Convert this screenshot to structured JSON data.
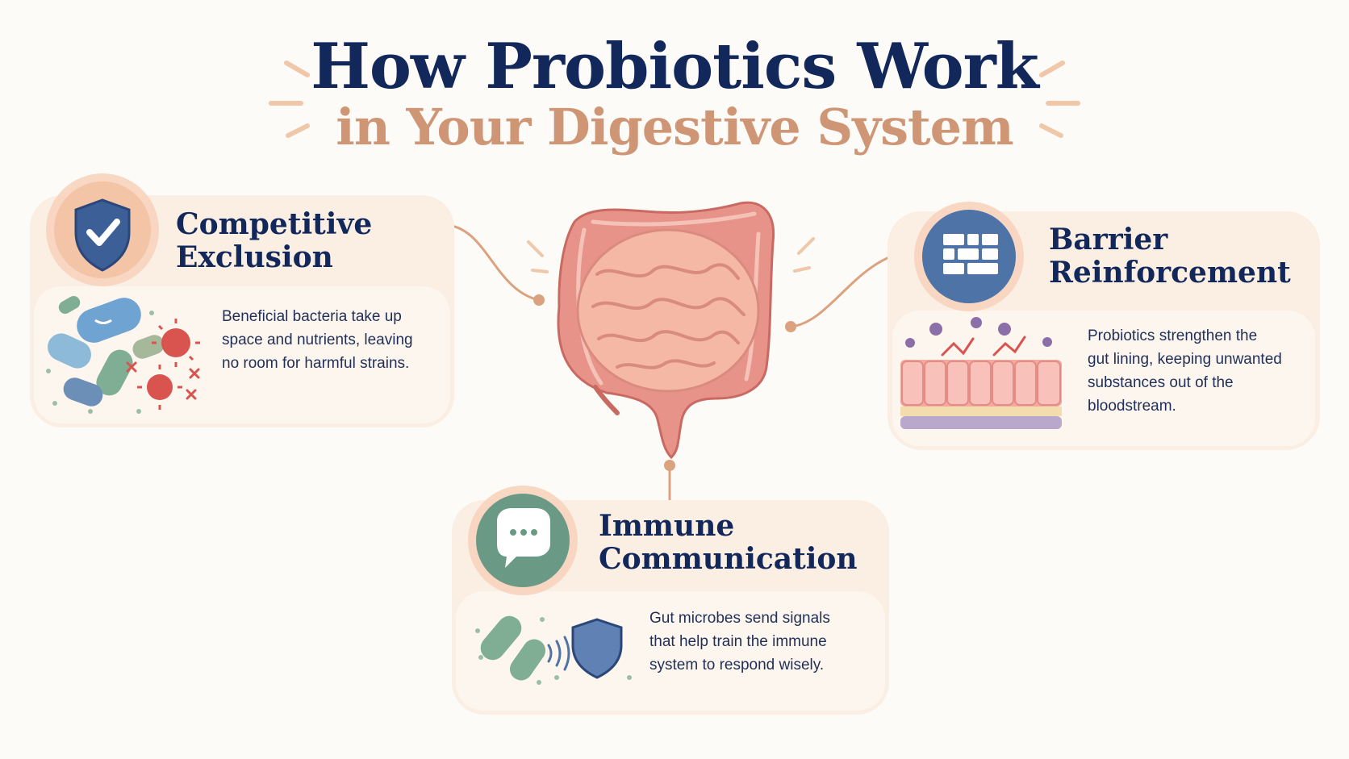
{
  "title": {
    "line1": "How Probiotics Work",
    "line2": "in Your Digestive System"
  },
  "cards": {
    "competitive": {
      "icon": "shield-check-icon",
      "heading_line1": "Competitive",
      "heading_line2": "Exclusion",
      "text": [
        "Beneficial bacteria take up",
        "space and nutrients, leaving",
        "no room for harmful strains."
      ]
    },
    "barrier": {
      "icon": "brick-wall-icon",
      "heading_line1": "Barrier",
      "heading_line2": "Reinforcement",
      "text": [
        "Probiotics strengthen the",
        "gut lining, keeping unwanted",
        "substances out of the",
        "bloodstream."
      ]
    },
    "immune": {
      "icon": "speech-bubble-icon",
      "heading_line1": "Immune",
      "heading_line2": "Communication",
      "text": [
        "Gut microbes send signals",
        "that help train the immune",
        "system to respond wisely."
      ]
    }
  },
  "colors": {
    "navy": "#13285a",
    "accent": "#cf9676",
    "card_bg": "#fbeee3",
    "card_inner": "#fdf6ef",
    "intestine": "#e8938a",
    "small_intestine": "#f4b8a4",
    "connector": "#dba27f"
  }
}
